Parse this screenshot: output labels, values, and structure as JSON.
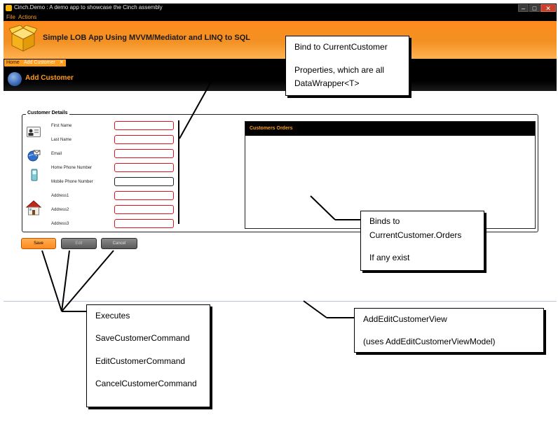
{
  "window": {
    "title": "Cinch.Demo : A demo app to showcase the Cinch assembly",
    "minimize_glyph": "–",
    "maximize_glyph": "□",
    "close_glyph": "✕"
  },
  "menu": {
    "file": "File",
    "actions": "Actions"
  },
  "banner": {
    "title": "Simple LOB App Using MVVM/Mediator and LINQ to SQL",
    "logo_icon": "open-box-icon"
  },
  "tabs": {
    "home": "Home",
    "add_customer": "Add Customer",
    "close_glyph": "✕"
  },
  "header": {
    "title": "Add Customer",
    "icon": "customer-avatar-icon"
  },
  "form": {
    "legend": "Customer Details",
    "fields": {
      "first_name": "First Name",
      "last_name": "Last Name",
      "email": "Email",
      "home_phone": "Home Phone Number",
      "mobile_phone": "Mobile Phone Number",
      "address1": "Address1",
      "address2": "Address2",
      "address3": "Address3"
    },
    "icons": [
      "id-card-icon",
      "email-globe-icon",
      "mobile-phone-icon",
      "house-icon"
    ]
  },
  "orders": {
    "title": "Customers Orders"
  },
  "buttons": {
    "save": "Save",
    "edit": "Edit",
    "cancel": "Cancel"
  },
  "callouts": {
    "bind_current": {
      "line1": "Bind to CurrentCustomer",
      "line2": "Properties, which are all",
      "line3": "DataWrapper<T>"
    },
    "binds_orders": {
      "line1": "Binds to",
      "line2": "CurrentCustomer.Orders",
      "line3": "If any exist"
    },
    "executes": {
      "line1": "Executes",
      "line2": "SaveCustomerCommand",
      "line3": "EditCustomerCommand",
      "line4": "CancelCustomerCommand"
    },
    "view": {
      "line1": "AddEditCustomerView",
      "line2": "(uses AddEditCustomerViewModel)"
    }
  },
  "colors": {
    "accent_orange": "#ff9d1a",
    "banner_orange": "#f39123",
    "invalid_border": "#e0141e",
    "chrome_black": "#000000"
  }
}
